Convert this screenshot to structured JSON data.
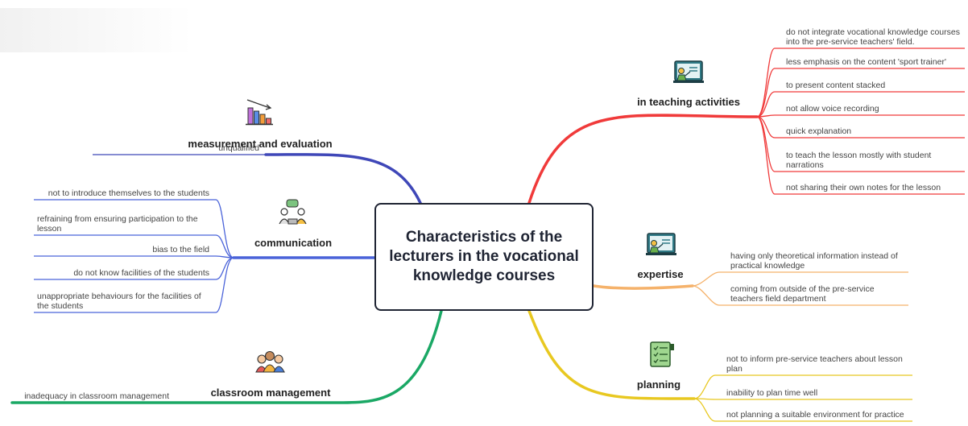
{
  "central": {
    "title": "Characteristics of the lecturers in the vocational knowledge courses"
  },
  "branches": [
    {
      "title": "in teaching activities",
      "icon": "teacher-board-icon",
      "color": "#f03a3a",
      "items": [
        [
          "do not integrate vocational knowledge courses",
          "into the pre-service teachers' field."
        ],
        [
          "less emphasis on the content 'sport trainer'"
        ],
        [
          "to present content stacked"
        ],
        [
          "not allow voice recording"
        ],
        [
          "quick explanation"
        ],
        [
          "to teach the lesson mostly with student",
          "narrations"
        ],
        [
          "not sharing their own notes for the lesson"
        ]
      ]
    },
    {
      "title": "expertise",
      "icon": "presentation-board-icon",
      "color": "#f5b26b",
      "items": [
        [
          "having only theoretical information instead of",
          "practical knowledge"
        ],
        [
          "coming from outside of the pre-service",
          "teachers field department"
        ]
      ]
    },
    {
      "title": "planning",
      "icon": "checklist-icon",
      "color": "#e8c820",
      "items": [
        [
          "not to inform pre-service teachers about lesson",
          "plan"
        ],
        [
          "inability to plan time well"
        ],
        [
          "not planning a suitable environment for practice"
        ]
      ]
    },
    {
      "title": "measurement and evaluation",
      "icon": "bar-chart-icon",
      "color": "#3f47b8",
      "items": [
        [
          "unqualified"
        ]
      ]
    },
    {
      "title": "communication",
      "icon": "conversation-icon",
      "color": "#4a63d9",
      "items": [
        [
          "not to introduce themselves to the students"
        ],
        [
          "refraining from ensuring participation to the",
          "lesson"
        ],
        [
          "bias to the field"
        ],
        [
          "do not know facilities of the students"
        ],
        [
          "unappropriate behaviours for the facilities of",
          "the students"
        ]
      ]
    },
    {
      "title": "classroom management",
      "icon": "group-people-icon",
      "color": "#1aa865",
      "items": [
        [
          "inadequacy in classroom management"
        ]
      ]
    }
  ]
}
